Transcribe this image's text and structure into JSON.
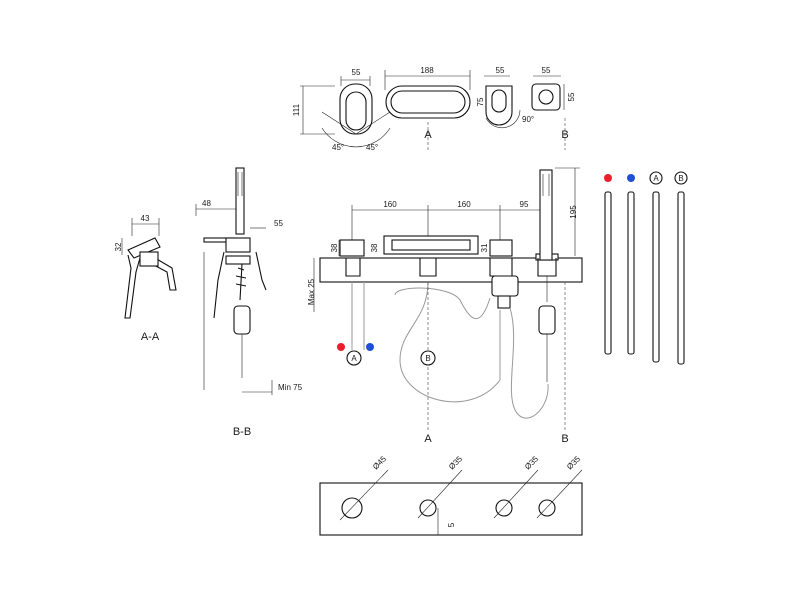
{
  "top_views": {
    "dims": {
      "w_spout": "55",
      "h_spout": "111",
      "a_left": "45°",
      "a_right": "45°",
      "w_long": "188",
      "w_small": "55",
      "h_small": "75",
      "a_small": "90°",
      "w_sq": "55",
      "h_sq": "55"
    },
    "section_marks": {
      "a_top": "A",
      "b_top": "B",
      "a_bottom": "A",
      "b_bottom": "B"
    }
  },
  "section_aa": {
    "label": "A-A",
    "dim_w": "43",
    "dim_h": "32"
  },
  "section_bb": {
    "label": "B-B",
    "dim_left": "48",
    "dim_right": "55",
    "dim_min": "Min 75"
  },
  "main_view": {
    "dims": {
      "s1": "160",
      "s2": "160",
      "s3": "95",
      "h_shower": "195",
      "h1": "38",
      "h2": "38",
      "h3": "31",
      "max": "Max 25"
    },
    "circle_a": "A",
    "circle_b": "B"
  },
  "hoses": {
    "labels": [
      "A",
      "B"
    ],
    "colors": [
      "#e8202a",
      "#1f4fd8"
    ]
  },
  "hole_plate": {
    "d1": "Ø45",
    "d2": "Ø35",
    "d3": "Ø35",
    "d4": "Ø35",
    "dim": "5"
  }
}
